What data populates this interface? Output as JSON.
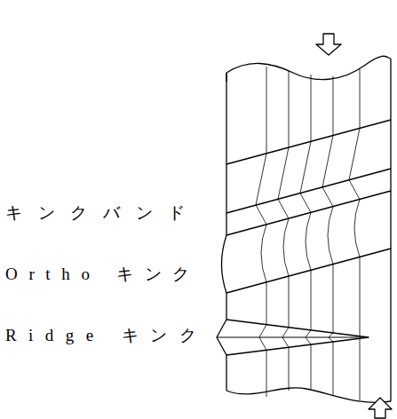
{
  "diagram": {
    "labels": [
      "キンクバンド",
      "Ortho キンク",
      "Ridge キンク"
    ]
  }
}
